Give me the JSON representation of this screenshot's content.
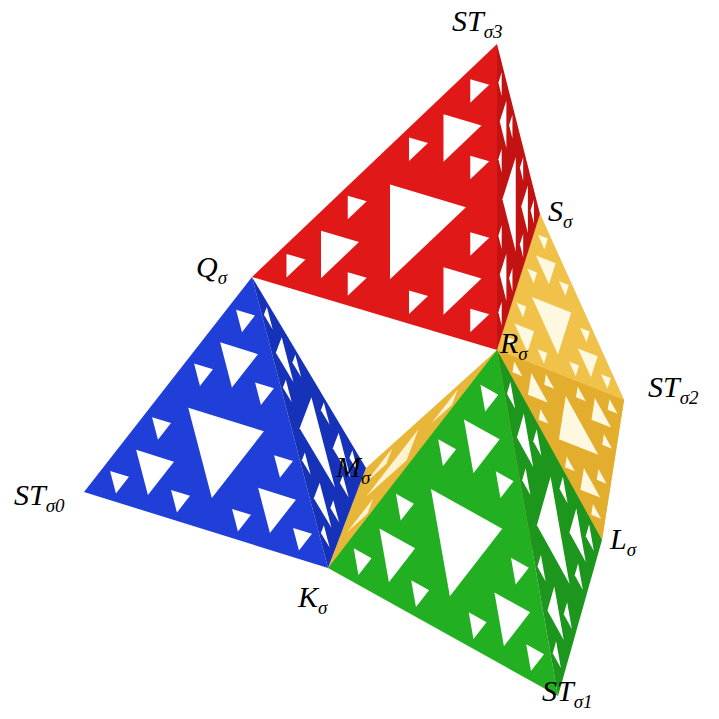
{
  "diagram": {
    "labels": [
      "STσ3",
      "Sσ",
      "Qσ",
      "Rσ",
      "Mσ",
      "STσ2",
      "STσ0",
      "Lσ",
      "Kσ",
      "STσ1"
    ]
  }
}
